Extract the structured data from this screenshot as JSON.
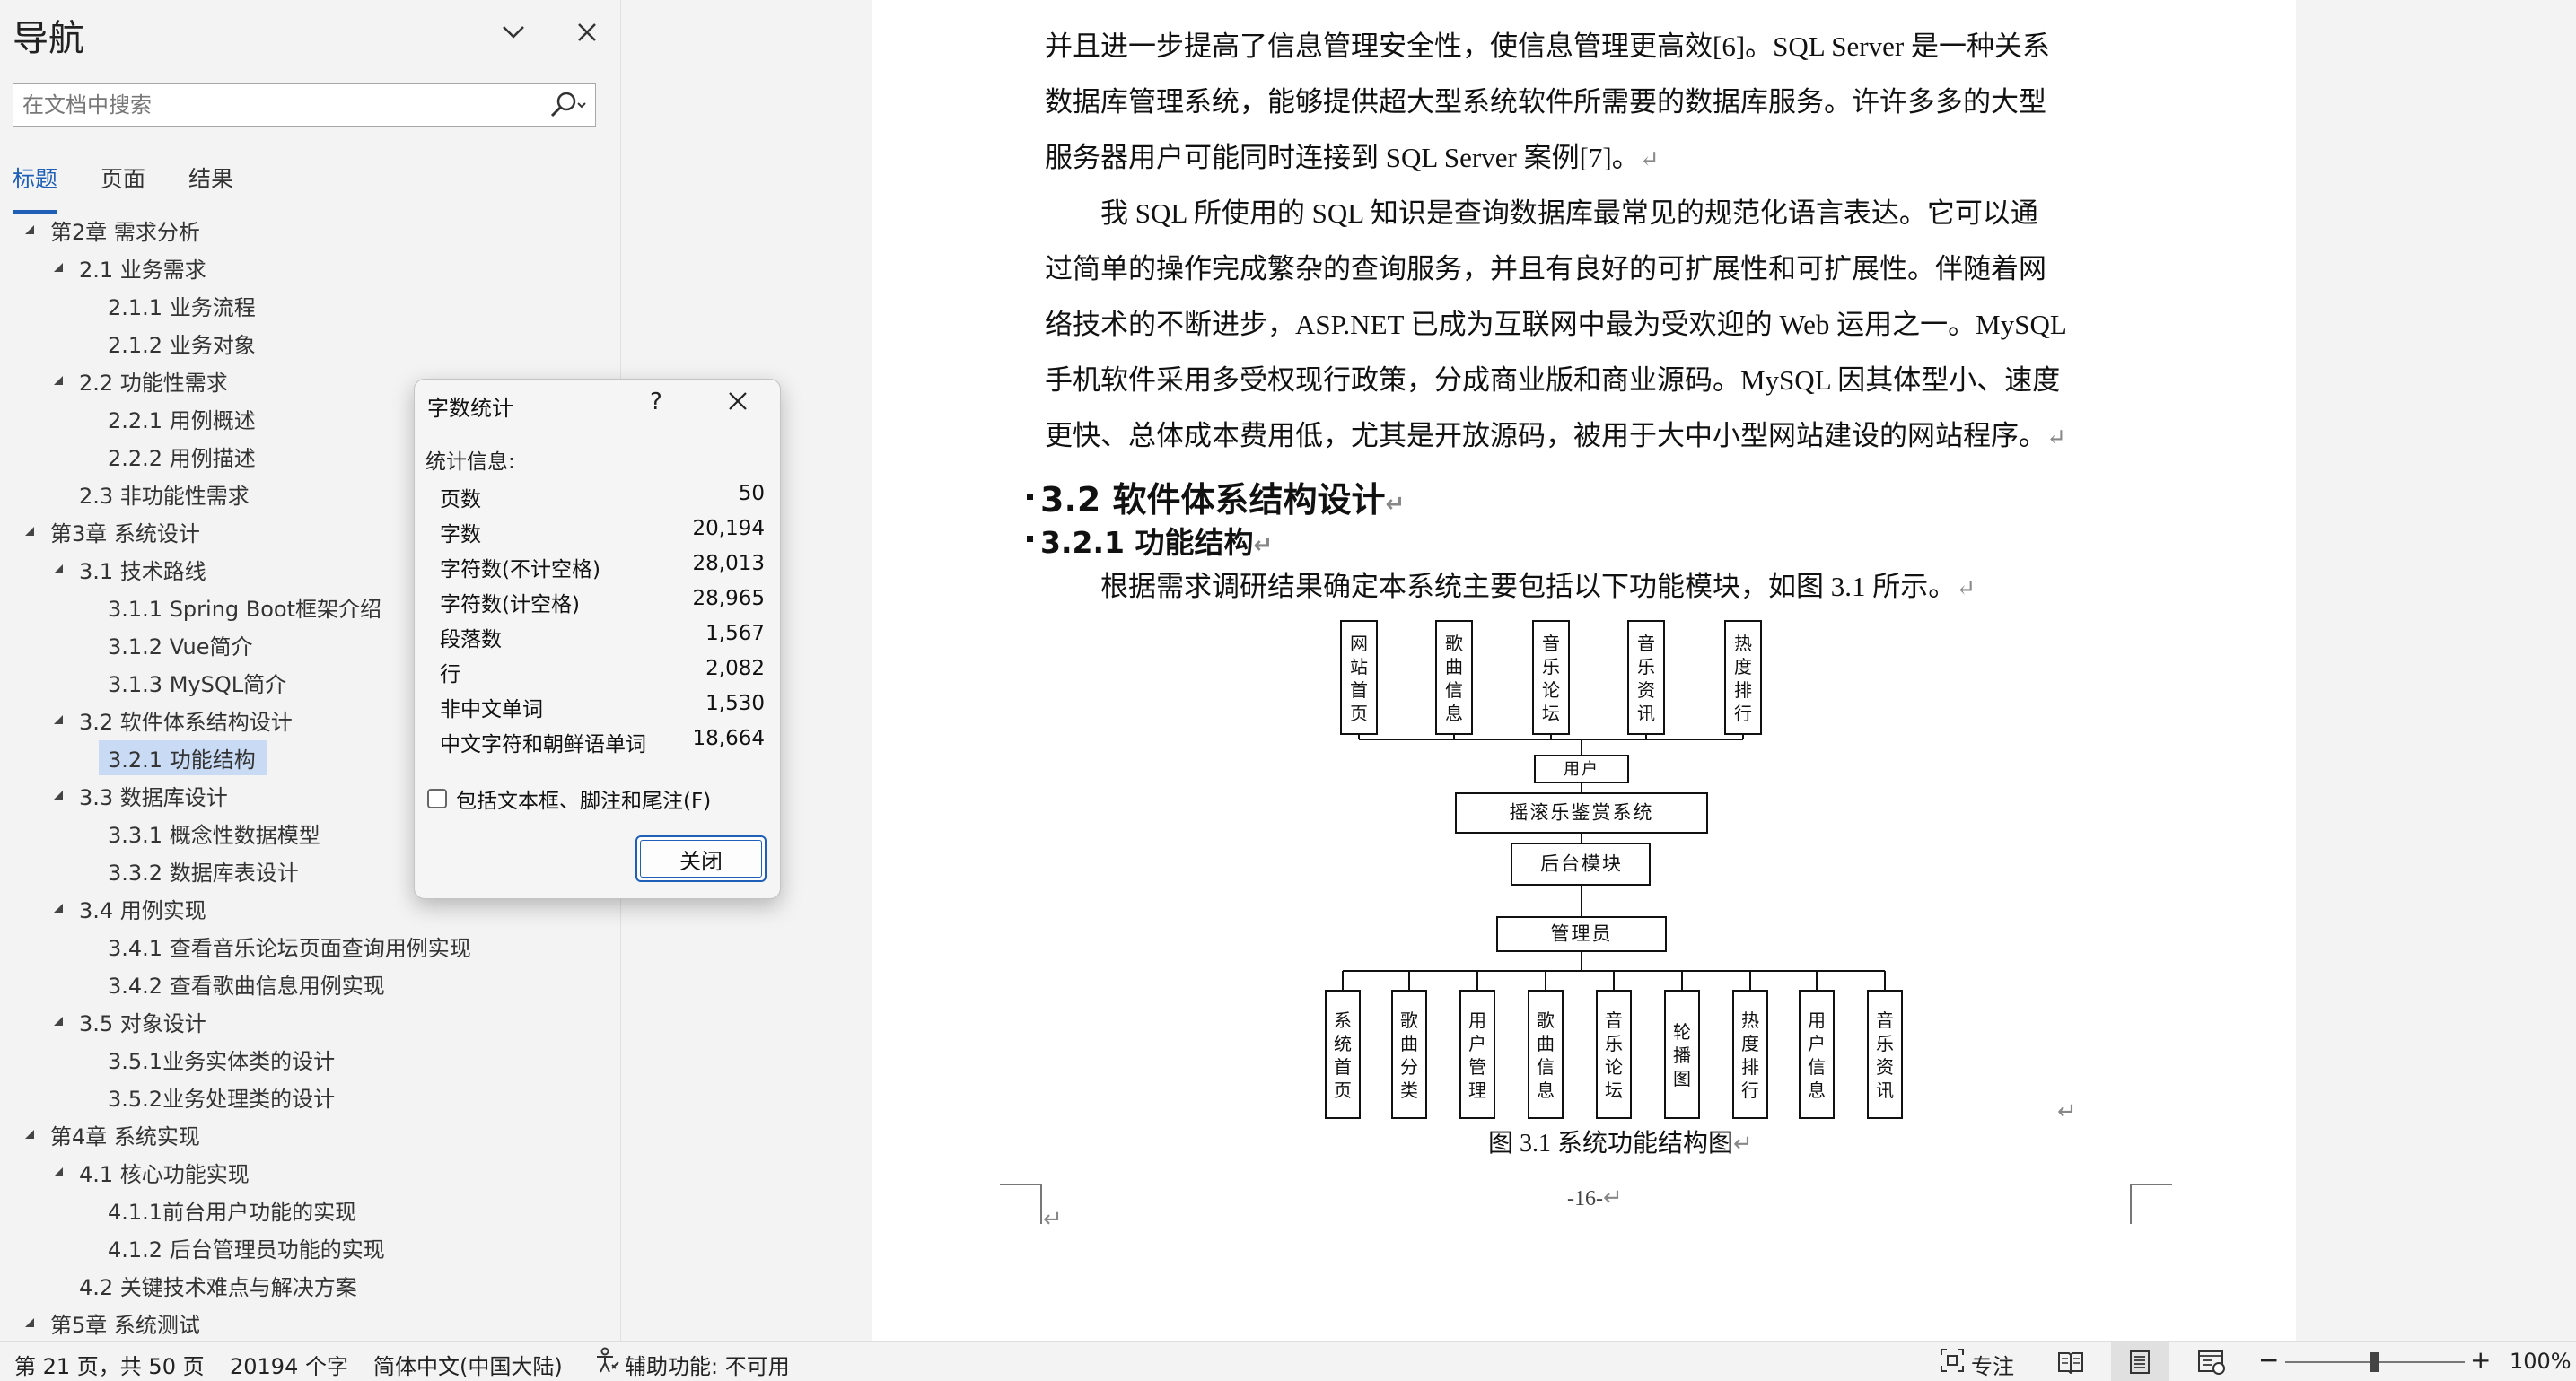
{
  "nav": {
    "title": "导航",
    "search_placeholder": "在文档中搜索",
    "tabs": [
      "标题",
      "页面",
      "结果"
    ],
    "tree": [
      {
        "label": "第2章 需求分析",
        "level": 0,
        "expanded": true
      },
      {
        "label": "2.1 业务需求",
        "level": 1,
        "expanded": true
      },
      {
        "label": "2.1.1 业务流程",
        "level": 2
      },
      {
        "label": "2.1.2 业务对象",
        "level": 2
      },
      {
        "label": "2.2 功能性需求",
        "level": 1,
        "expanded": true
      },
      {
        "label": "2.2.1 用例概述",
        "level": 2
      },
      {
        "label": "2.2.2 用例描述",
        "level": 2
      },
      {
        "label": "2.3 非功能性需求",
        "level": 1
      },
      {
        "label": "第3章 系统设计",
        "level": 0,
        "expanded": true
      },
      {
        "label": "3.1 技术路线",
        "level": 1,
        "expanded": true
      },
      {
        "label": "3.1.1 Spring Boot框架介绍",
        "level": 2
      },
      {
        "label": "3.1.2 Vue简介",
        "level": 2
      },
      {
        "label": "3.1.3 MySQL简介",
        "level": 2
      },
      {
        "label": "3.2 软件体系结构设计",
        "level": 1,
        "expanded": true
      },
      {
        "label": "3.2.1 功能结构",
        "level": 2,
        "selected": true
      },
      {
        "label": "3.3 数据库设计",
        "level": 1,
        "expanded": true
      },
      {
        "label": "3.3.1 概念性数据模型",
        "level": 2
      },
      {
        "label": "3.3.2 数据库表设计",
        "level": 2
      },
      {
        "label": "3.4 用例实现",
        "level": 1,
        "expanded": true
      },
      {
        "label": "3.4.1 查看音乐论坛页面查询用例实现",
        "level": 2
      },
      {
        "label": "3.4.2 查看歌曲信息用例实现",
        "level": 2
      },
      {
        "label": "3.5 对象设计",
        "level": 1,
        "expanded": true
      },
      {
        "label": "3.5.1业务实体类的设计",
        "level": 2
      },
      {
        "label": "3.5.2业务处理类的设计",
        "level": 2
      },
      {
        "label": "第4章 系统实现",
        "level": 0,
        "expanded": true
      },
      {
        "label": "4.1 核心功能实现",
        "level": 1,
        "expanded": true
      },
      {
        "label": "4.1.1前台用户功能的实现",
        "level": 2
      },
      {
        "label": "4.1.2 后台管理员功能的实现",
        "level": 2
      },
      {
        "label": "4.2 关键技术难点与解决方案",
        "level": 1
      },
      {
        "label": "第5章 系统测试",
        "level": 0,
        "expanded": true
      }
    ]
  },
  "document": {
    "para1": [
      "并且进一步提高了信息管理安全性，使信息管理更高效[6]。SQL Server 是一种关系",
      "数据库管理系统，能够提供超大型系统软件所需要的数据库服务。许许多多的大型",
      "服务器用户可能同时连接到  SQL Server 案例[7]。"
    ],
    "para2": [
      "我 SQL 所使用的 SQL 知识是查询数据库最常见的规范化语言表达。它可以通",
      "过简单的操作完成繁杂的查询服务，并且有良好的可扩展性和可扩展性。伴随着网",
      "络技术的不断进步，ASP.NET 已成为互联网中最为受欢迎的 Web 运用之一。MySQL",
      "手机软件采用多受权现行政策，分成商业版和商业源码。MySQL 因其体型小、速度",
      "更快、总体成本费用低，尤其是开放源码，被用于大中小型网站建设的网站程序。"
    ],
    "heading2": "3.2  软件体系结构设计",
    "heading3": "3.2.1  功能结构",
    "para3": "根据需求调研结果确定本系统主要包括以下功能模块，如图 3.1 所示。",
    "para_mark": "↵",
    "figure": {
      "top_modules": [
        "网站首页",
        "歌曲信息",
        "音乐论坛",
        "音乐资讯",
        "热度排行"
      ],
      "user": "用户",
      "system": "摇滚乐鉴赏系统",
      "backend": "后台模块",
      "admin": "管理员",
      "bottom_modules": [
        "系统首页",
        "歌曲分类",
        "用户管理",
        "歌曲信息",
        "音乐论坛",
        "轮播图",
        "热度排行",
        "用户信息",
        "音乐资讯"
      ],
      "caption": "图 3.1 系统功能结构图"
    },
    "page_number": "-16-"
  },
  "dialog": {
    "title": "字数统计",
    "help": "?",
    "section": "统计信息:",
    "stats": [
      {
        "label": "页数",
        "value": "50"
      },
      {
        "label": "字数",
        "value": "20,194"
      },
      {
        "label": "字符数(不计空格)",
        "value": "28,013"
      },
      {
        "label": "字符数(计空格)",
        "value": "28,965"
      },
      {
        "label": "段落数",
        "value": "1,567"
      },
      {
        "label": "行",
        "value": "2,082"
      },
      {
        "label": "非中文单词",
        "value": "1,530"
      },
      {
        "label": "中文字符和朝鲜语单词",
        "value": "18,664"
      }
    ],
    "checkbox_label": "包括文本框、脚注和尾注(F)",
    "checkbox_checked": false,
    "close_label": "关闭"
  },
  "status": {
    "page": "第 21 页，共 50 页",
    "words": "20194 个字",
    "language": "简体中文(中国大陆)",
    "accessibility": "辅助功能: 不可用",
    "focus": "专注",
    "zoom": "100%",
    "zoom_minus": "−",
    "zoom_plus": "+"
  },
  "colors": {
    "accent": "#1f5fb8",
    "selection": "#c9daf5"
  }
}
